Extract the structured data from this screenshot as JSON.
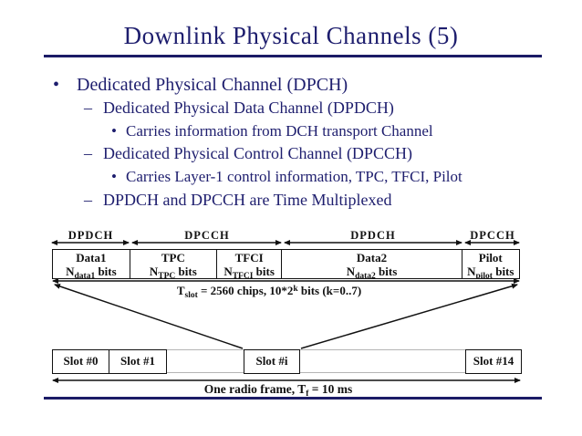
{
  "title": "Downlink Physical Channels (5)",
  "accent_color": "#1e1e6e",
  "bullets": [
    {
      "marker": "•",
      "text": "Dedicated Physical Channel (DPCH)"
    },
    {
      "marker": "–",
      "text": "Dedicated Physical Data Channel (DPDCH)"
    },
    {
      "marker": "•",
      "text": "Carries information from DCH transport Channel"
    },
    {
      "marker": "–",
      "text": "Dedicated Physical Control Channel (DPCCH)"
    },
    {
      "marker": "•",
      "text": "Carries Layer-1 control information, TPC, TFCI, Pilot"
    },
    {
      "marker": "–",
      "text": "DPDCH and DPCCH are Time Multiplexed"
    }
  ],
  "diagram": {
    "channel_arrows": [
      {
        "label": "DPDCH"
      },
      {
        "label": "DPCCH"
      },
      {
        "label": "DPDCH"
      },
      {
        "label": "DPCCH"
      }
    ],
    "slot_fields": [
      {
        "name": "Data1",
        "n_pre": "N",
        "n_sub": "data1",
        "n_post": " bits"
      },
      {
        "name": "TPC",
        "n_pre": "N",
        "n_sub": "TPC",
        "n_post": " bits"
      },
      {
        "name": "TFCI",
        "n_pre": "N",
        "n_sub": "TFCI",
        "n_post": " bits"
      },
      {
        "name": "Data2",
        "n_pre": "N",
        "n_sub": "data2",
        "n_post": " bits"
      },
      {
        "name": "Pilot",
        "n_pre": "N",
        "n_sub": "pilot",
        "n_post": " bits"
      }
    ],
    "tslot": {
      "pre": "T",
      "sub": "slot",
      "mid": " = 2560 chips, 10*2",
      "sup": "k",
      "post": " bits (k=0..7)"
    },
    "slots": [
      {
        "label": "Slot #0"
      },
      {
        "label": "Slot #1"
      },
      {
        "label": "Slot #i"
      },
      {
        "label": "Slot #14"
      }
    ],
    "frame": {
      "pre": "One radio frame, T",
      "sub": "f",
      "post": " = 10 ms"
    }
  }
}
